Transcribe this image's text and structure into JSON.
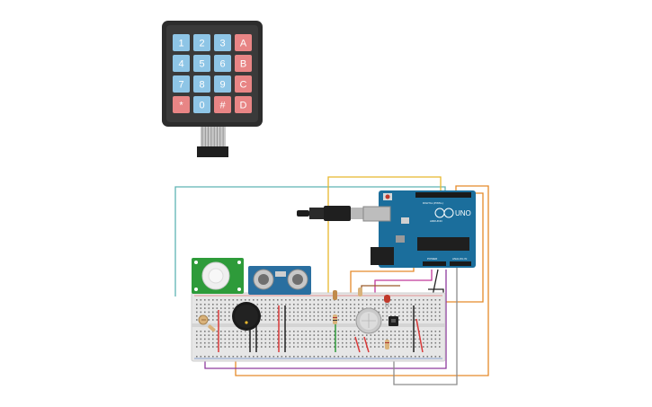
{
  "keypad": {
    "rows": [
      [
        {
          "label": "1",
          "kind": "num"
        },
        {
          "label": "2",
          "kind": "num"
        },
        {
          "label": "3",
          "kind": "num"
        },
        {
          "label": "A",
          "kind": "letter"
        }
      ],
      [
        {
          "label": "4",
          "kind": "num"
        },
        {
          "label": "5",
          "kind": "num"
        },
        {
          "label": "6",
          "kind": "num"
        },
        {
          "label": "B",
          "kind": "letter"
        }
      ],
      [
        {
          "label": "7",
          "kind": "num"
        },
        {
          "label": "8",
          "kind": "num"
        },
        {
          "label": "9",
          "kind": "num"
        },
        {
          "label": "C",
          "kind": "letter"
        }
      ],
      [
        {
          "label": "*",
          "kind": "letter"
        },
        {
          "label": "0",
          "kind": "num"
        },
        {
          "label": "#",
          "kind": "letter"
        },
        {
          "label": "D",
          "kind": "letter"
        }
      ]
    ]
  },
  "arduino": {
    "brand": "UNO",
    "digital_label": "DIGITAL (PWM~)",
    "power_label": "POWER",
    "analog_label": "ANALOG IN",
    "logo_text": "ARDUINO"
  },
  "colors": {
    "keypad_body": "#2d2d2d",
    "key_num": "#8ec5e6",
    "key_letter": "#e88585",
    "board_blue": "#1b6e9c",
    "breadboard": "#e6e6e6",
    "pir_green": "#2e9b3a",
    "ultrasonic_blue": "#2a6fa0",
    "wire_teal": "#5fb3b3",
    "wire_yellow": "#e8b82e",
    "wire_orange": "#e58a2a",
    "wire_purple": "#8e3b9e",
    "wire_gray": "#8c8c8c",
    "wire_red": "#d93a3a",
    "wire_green": "#2f9a3a",
    "wire_black": "#222222",
    "wire_brown": "#9a5a2a",
    "wire_magenta": "#c0399a"
  },
  "icons": {
    "buzzer": "buzzer-icon",
    "gas_sensor": "gas-sensor-icon",
    "led": "led-icon",
    "usb": "usb-cable-icon"
  }
}
